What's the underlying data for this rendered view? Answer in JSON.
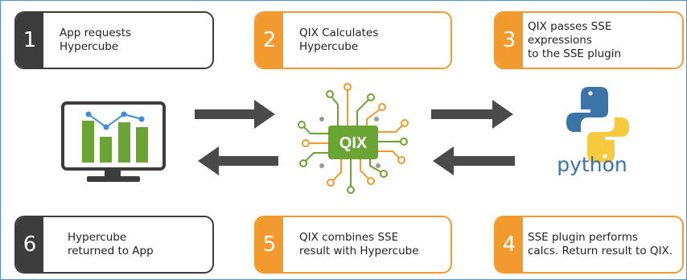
{
  "steps": [
    {
      "number": "1",
      "text": "App requests\nHypercube"
    },
    {
      "number": "2",
      "text": "QIX Calculates\nHypercube"
    },
    {
      "number": "3",
      "text": "QIX passes SSE expressions\nto the SSE plugin"
    },
    {
      "number": "4",
      "text": "SSE plugin performs\ncalcs. Return result to QIX."
    },
    {
      "number": "5",
      "text": "QIX combines SSE\nresult with Hypercube"
    },
    {
      "number": "6",
      "text": "Hypercube\nreturned to App"
    }
  ],
  "icons": {
    "app": "monitor-chart-icon",
    "engine": "qix-chip-icon",
    "plugin": "python-logo-icon"
  },
  "engine_chip_label": "QIX",
  "python_wordmark": "python",
  "colors": {
    "dark": "#3c3c3c",
    "orange": "#f29a2e",
    "green": "#6aa533",
    "arrow": "#4a4a4a",
    "border": "#4a90d9",
    "python_blue": "#3a74a8",
    "python_yellow": "#f7c93c"
  }
}
